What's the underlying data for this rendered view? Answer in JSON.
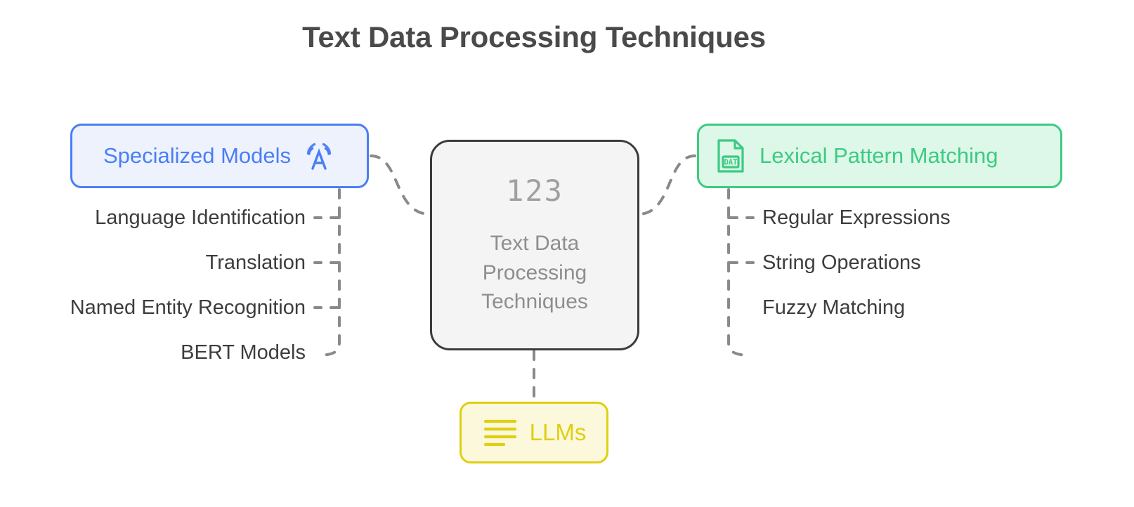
{
  "title": "Text Data Processing Techniques",
  "center": {
    "number": "123",
    "caption": "Text Data Processing Techniques"
  },
  "nodes": {
    "specialized": {
      "label": "Specialized Models",
      "icon": "broadcast-letter-a-icon",
      "color": "#4a7ef5",
      "fill": "#eef2fd"
    },
    "lexical": {
      "label": "Lexical Pattern Matching",
      "icon": "dat-file-icon",
      "color": "#3ccb82",
      "fill": "#ddf7e8"
    },
    "llms": {
      "label": "LLMs",
      "icon": "text-lines-icon",
      "color": "#e0cf12",
      "fill": "#fbf8dc"
    }
  },
  "branches": {
    "left": [
      "Language Identification",
      "Translation",
      "Named Entity Recognition",
      "BERT Models"
    ],
    "right": [
      "Regular Expressions",
      "String Operations",
      "Fuzzy Matching"
    ]
  },
  "connector_color": "#8a8a8a"
}
